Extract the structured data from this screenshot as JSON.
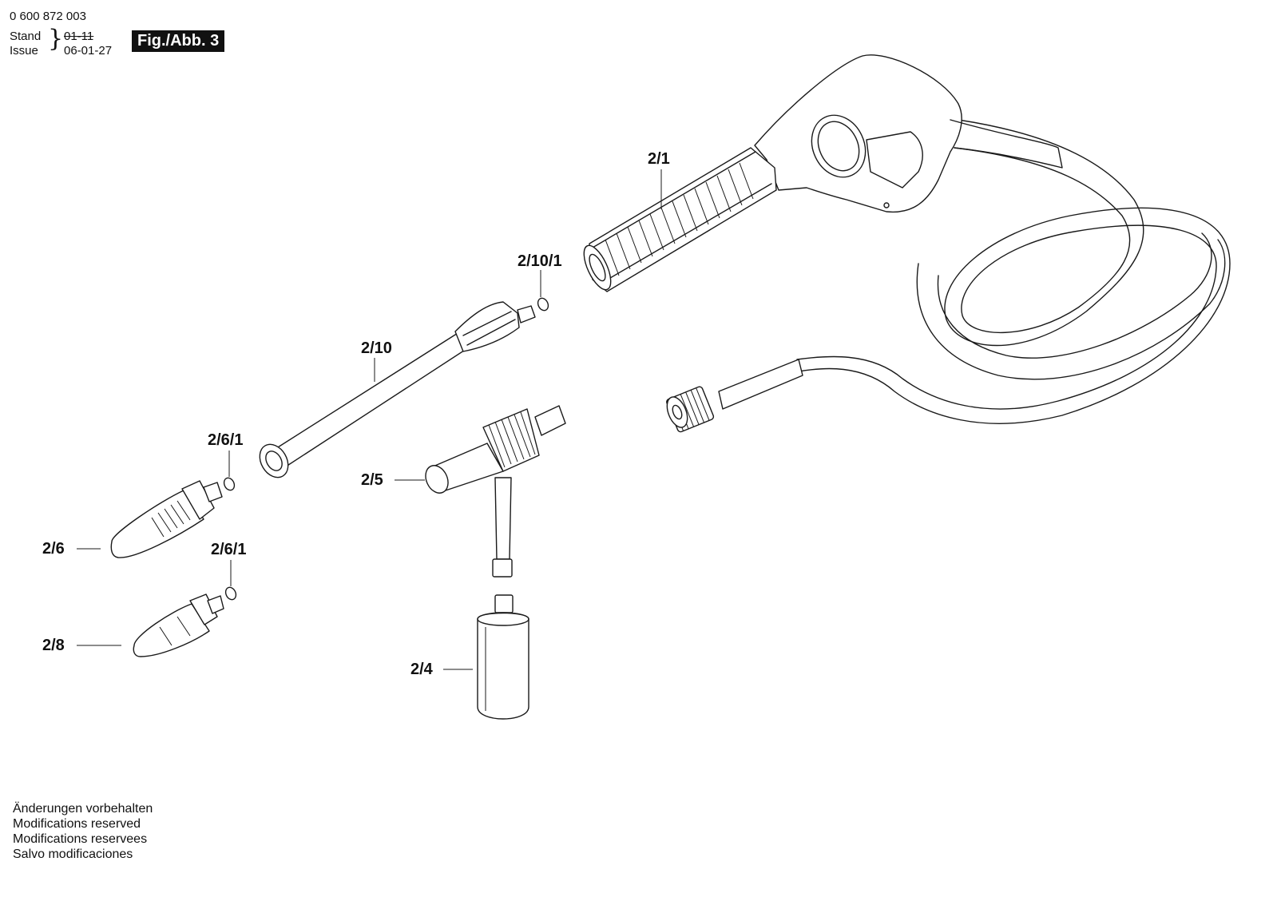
{
  "header": {
    "part_number": "0 600 872 003",
    "stand_label": "Stand",
    "issue_label": "Issue",
    "old_date": "01-11",
    "issue_date": "06-01-27",
    "figure_label": "Fig./Abb. 3"
  },
  "callouts": {
    "c2_1": "2/1",
    "c2_10_1": "2/10/1",
    "c2_10": "2/10",
    "c2_6_1_a": "2/6/1",
    "c2_5": "2/5",
    "c2_6": "2/6",
    "c2_6_1_b": "2/6/1",
    "c2_8": "2/8",
    "c2_4": "2/4"
  },
  "footer": {
    "line1": "Änderungen vorbehalten",
    "line2": "Modifications reserved",
    "line3": "Modifications reservees",
    "line4": "Salvo modificaciones"
  }
}
